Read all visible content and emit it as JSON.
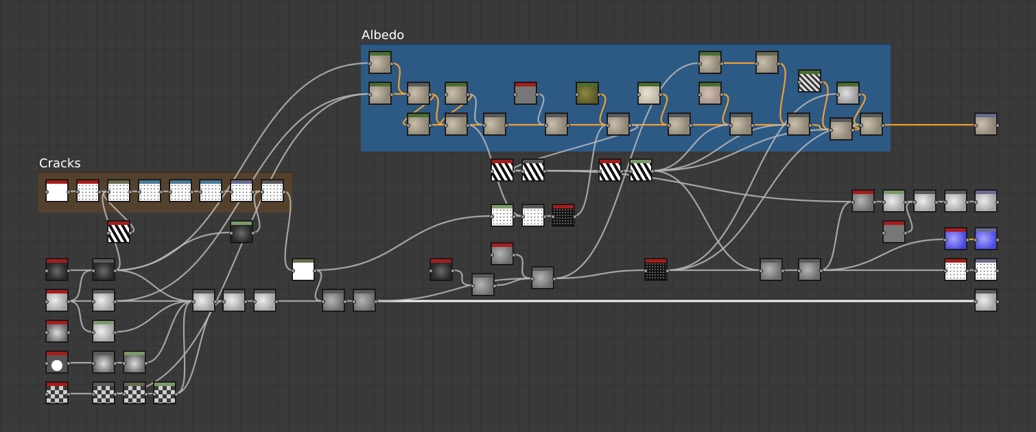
{
  "colors": {
    "background": "#3a3a3a",
    "albedo_frame": "#2e5b8c",
    "cracks_frame": "#5a4632",
    "wire": "#b8b8b8",
    "wire_highlight": "#f0a030",
    "wire_output": "#f2f2f2",
    "header_input": "#a81c1c",
    "header_color": "#4a6e30",
    "header_gray": "#5a5a5a",
    "header_green": "#7a9a6a",
    "header_blue": "#4a7a98",
    "header_purple": "#6a6a90",
    "header_olive": "#6a6a50"
  },
  "frames": [
    {
      "id": "albedo",
      "title": "Albedo"
    },
    {
      "id": "cracks",
      "title": "Cracks"
    }
  ],
  "nodes": [
    {
      "id": "a1",
      "header": "header_color",
      "thumb": "stone"
    },
    {
      "id": "a2",
      "header": "header_color",
      "thumb": "stone"
    },
    {
      "id": "a3",
      "header": "header_gray",
      "thumb": "stone"
    },
    {
      "id": "a4",
      "header": "header_color",
      "thumb": "stone"
    },
    {
      "id": "a5",
      "header": "header_color",
      "thumb": "stone"
    },
    {
      "id": "a6",
      "header": "header_gray",
      "thumb": "stone"
    },
    {
      "id": "a7",
      "header": "header_gray",
      "thumb": "stone"
    },
    {
      "id": "a8",
      "header": "header_input",
      "thumb": "solid-gray"
    },
    {
      "id": "a9",
      "header": "header_gray",
      "thumb": "stone"
    },
    {
      "id": "a10",
      "header": "header_color",
      "thumb": "moss"
    },
    {
      "id": "a11",
      "header": "header_gray",
      "thumb": "stone"
    },
    {
      "id": "a12",
      "header": "header_color",
      "thumb": "light-stone"
    },
    {
      "id": "a13",
      "header": "header_gray",
      "thumb": "stone"
    },
    {
      "id": "a14",
      "header": "header_color",
      "thumb": "stone"
    },
    {
      "id": "a15",
      "header": "header_color",
      "thumb": "pink-stone"
    },
    {
      "id": "a16",
      "header": "header_gray",
      "thumb": "stone"
    },
    {
      "id": "a17",
      "header": "header_olive",
      "thumb": "stone"
    },
    {
      "id": "a18",
      "header": "header_color",
      "thumb": "dark-speckle"
    },
    {
      "id": "a19",
      "header": "header_gray",
      "thumb": "stone"
    },
    {
      "id": "a20",
      "header": "header_color",
      "thumb": "light-speckle"
    },
    {
      "id": "a21",
      "header": "header_gray",
      "thumb": "stone"
    },
    {
      "id": "a22",
      "header": "header_gray",
      "thumb": "stone"
    },
    {
      "id": "out-albedo",
      "header": "header_purple",
      "thumb": "stone"
    },
    {
      "id": "c1",
      "header": "header_input",
      "thumb": "white"
    },
    {
      "id": "c2",
      "header": "header_input",
      "thumb": "white-speckle"
    },
    {
      "id": "c3",
      "header": "header_olive",
      "thumb": "white-speckle"
    },
    {
      "id": "c4",
      "header": "header_blue",
      "thumb": "white-speckle"
    },
    {
      "id": "c5",
      "header": "header_blue",
      "thumb": "white-speckle"
    },
    {
      "id": "c6",
      "header": "header_blue",
      "thumb": "white-speckle"
    },
    {
      "id": "c7",
      "header": "header_purple",
      "thumb": "white-speckle"
    },
    {
      "id": "c8",
      "header": "header_gray",
      "thumb": "white-speckle"
    },
    {
      "id": "n1",
      "header": "header_input",
      "thumb": "black-white"
    },
    {
      "id": "n2",
      "header": "header_green",
      "thumb": "dark-noise"
    },
    {
      "id": "n3",
      "header": "header_input",
      "thumb": "dark-noise"
    },
    {
      "id": "n4",
      "header": "header_gray",
      "thumb": "dark-noise"
    },
    {
      "id": "n5",
      "header": "header_input",
      "thumb": "light-noise"
    },
    {
      "id": "n6",
      "header": "header_gray",
      "thumb": "light-noise"
    },
    {
      "id": "n7",
      "header": "header_input",
      "thumb": "gray-blur"
    },
    {
      "id": "n8",
      "header": "header_green",
      "thumb": "light-noise"
    },
    {
      "id": "n9",
      "header": "header_input",
      "thumb": "silhouette"
    },
    {
      "id": "n10",
      "header": "header_gray",
      "thumb": "gray-blur"
    },
    {
      "id": "n11",
      "header": "header_green",
      "thumb": "gray-blur"
    },
    {
      "id": "n12",
      "header": "header_input",
      "thumb": "cells"
    },
    {
      "id": "n13",
      "header": "header_gray",
      "thumb": "cells"
    },
    {
      "id": "n14",
      "header": "header_olive",
      "thumb": "cells"
    },
    {
      "id": "n15",
      "header": "header_green",
      "thumb": "cells"
    },
    {
      "id": "n16",
      "header": "header_gray",
      "thumb": "light-noise"
    },
    {
      "id": "n17",
      "header": "header_gray",
      "thumb": "light-noise"
    },
    {
      "id": "n18",
      "header": "header_gray",
      "thumb": "light-noise"
    },
    {
      "id": "n19",
      "header": "header_olive",
      "thumb": "white"
    },
    {
      "id": "n20",
      "header": "header_gray",
      "thumb": "gray-noise"
    },
    {
      "id": "n21",
      "header": "header_gray",
      "thumb": "gray-noise"
    },
    {
      "id": "m1",
      "header": "header_input",
      "thumb": "black-white"
    },
    {
      "id": "m2",
      "header": "header_gray",
      "thumb": "black-white"
    },
    {
      "id": "m3",
      "header": "header_green",
      "thumb": "white-speckle"
    },
    {
      "id": "m4",
      "header": "header_gray",
      "thumb": "white-speckle"
    },
    {
      "id": "m5",
      "header": "header_input",
      "thumb": "black-speckle"
    },
    {
      "id": "m6",
      "header": "header_input",
      "thumb": "black-white"
    },
    {
      "id": "m7",
      "header": "header_green",
      "thumb": "black-white"
    },
    {
      "id": "m8",
      "header": "header_input",
      "thumb": "gray-noise"
    },
    {
      "id": "m9",
      "header": "header_input",
      "thumb": "dark-noise"
    },
    {
      "id": "m10",
      "header": "header_gray",
      "thumb": "gray-noise"
    },
    {
      "id": "m11",
      "header": "header_gray",
      "thumb": "gray-noise"
    },
    {
      "id": "m12",
      "header": "header_input",
      "thumb": "black-speckle"
    },
    {
      "id": "m13",
      "header": "header_gray",
      "thumb": "gray-noise"
    },
    {
      "id": "m14",
      "header": "header_gray",
      "thumb": "gray-noise"
    },
    {
      "id": "r1",
      "header": "header_input",
      "thumb": "gray-noise"
    },
    {
      "id": "r2",
      "header": "header_green",
      "thumb": "light-noise"
    },
    {
      "id": "r3",
      "header": "header_gray",
      "thumb": "light-noise"
    },
    {
      "id": "r4",
      "header": "header_gray",
      "thumb": "light-noise"
    },
    {
      "id": "out-height",
      "header": "header_purple",
      "thumb": "light-noise"
    },
    {
      "id": "r5",
      "header": "header_input",
      "thumb": "solid-gray"
    },
    {
      "id": "r6",
      "header": "header_input",
      "thumb": "normal"
    },
    {
      "id": "out-normal",
      "header": "header_purple",
      "thumb": "normal"
    },
    {
      "id": "r7",
      "header": "header_input",
      "thumb": "white-speckle"
    },
    {
      "id": "out-rough",
      "header": "header_purple",
      "thumb": "white-speckle"
    },
    {
      "id": "out-final",
      "header": "header_gray",
      "thumb": "light-noise"
    }
  ],
  "thumbs": {
    "stone": "stone-texture-swatch",
    "moss": "moss-texture-swatch",
    "light-stone": "light-stone-swatch",
    "pink-stone": "pink-stone-swatch",
    "dark-speckle": "dark-speckle-swatch",
    "light-speckle": "light-speckle-swatch",
    "solid-gray": "solid-gray-swatch",
    "white": "white-swatch",
    "white-speckle": "white-speckle-swatch",
    "black-white": "black-white-noise-swatch",
    "dark-noise": "dark-noise-swatch",
    "light-noise": "light-noise-swatch",
    "gray-blur": "gray-blur-swatch",
    "silhouette": "silhouette-swatch",
    "cells": "cells-swatch",
    "gray-noise": "gray-noise-swatch",
    "black-speckle": "black-speckle-swatch",
    "normal": "normal-map-swatch"
  }
}
